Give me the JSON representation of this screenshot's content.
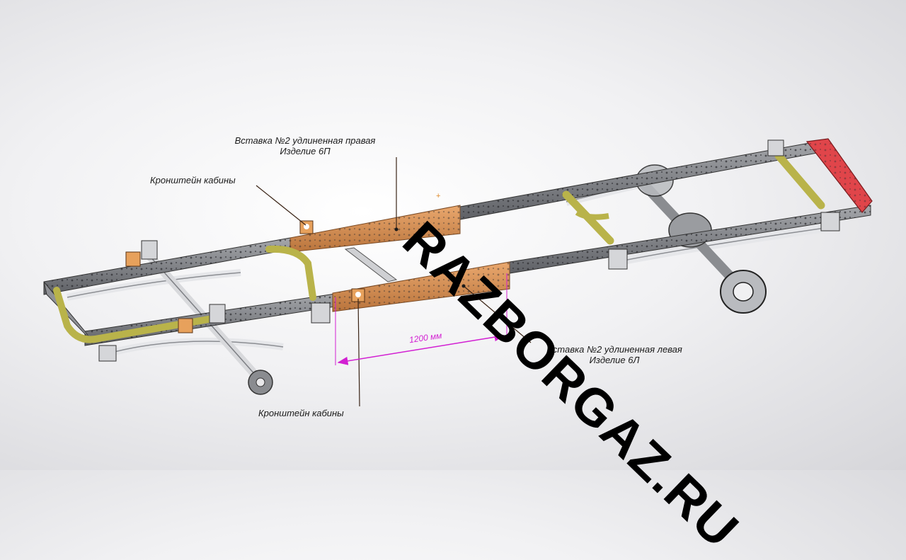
{
  "labels": {
    "insert_right_line1": "Вставка №2 удлиненная правая",
    "insert_right_line2": "Изделие 6П",
    "cabin_bracket_top": "Кронштейн кабины",
    "insert_left_line1": "Вставка №2 удлиненная левая",
    "insert_left_line2": "Изделие 6Л",
    "cabin_bracket_bottom": "Кронштейн кабины",
    "dimension": "1200 мм"
  },
  "watermark": "RAZBORGAZ.RU",
  "colors": {
    "frame": "#7d7f84",
    "insert": "#d9935a",
    "stabilizer": "#b9b34a",
    "rear_crossmember": "#e0454a",
    "dimension": "#d21fd2",
    "leader_line": "#3a2416"
  }
}
